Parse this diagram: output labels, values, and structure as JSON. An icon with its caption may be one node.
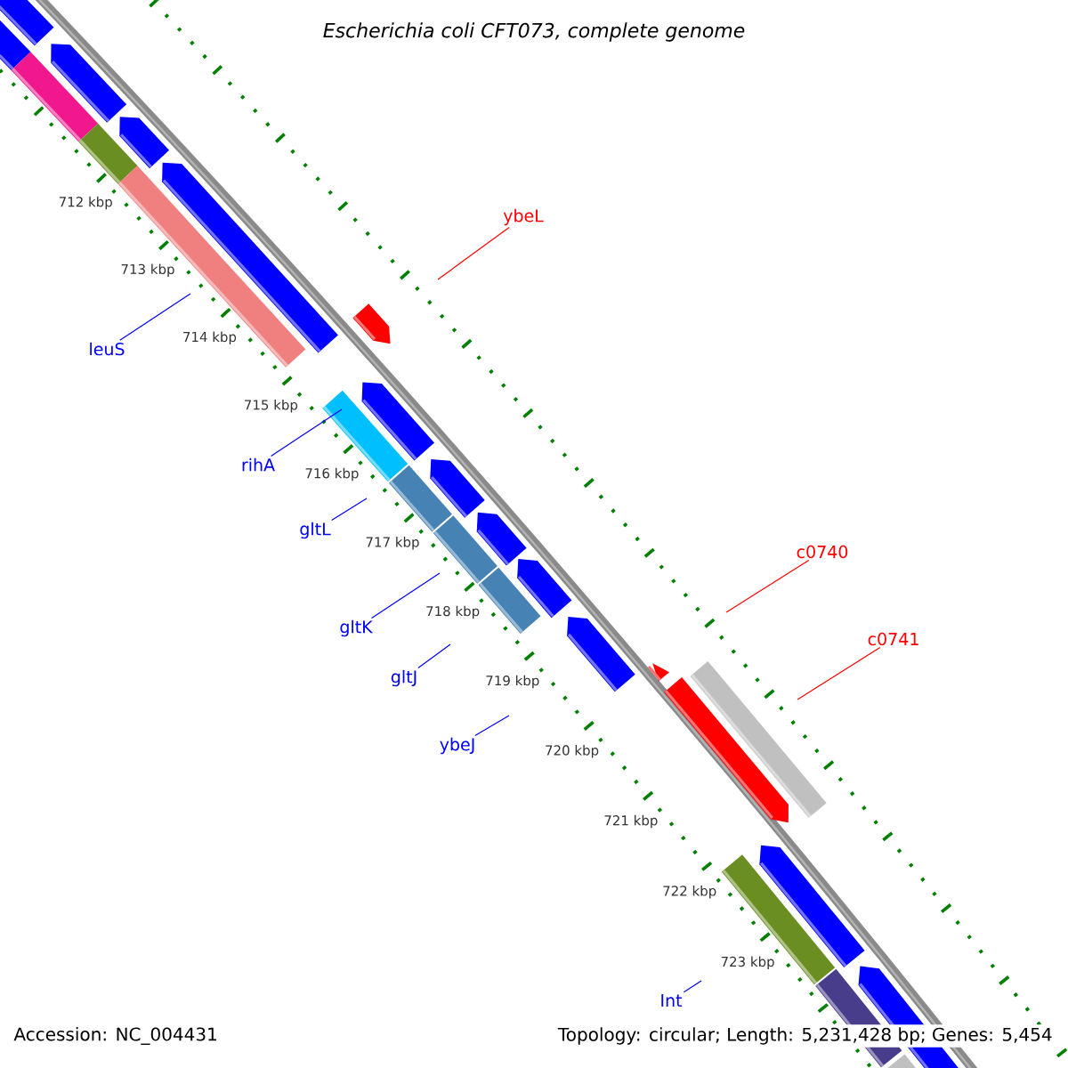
{
  "diagram": {
    "title": "Escherichia coli CFT073, complete genome",
    "nodes": [
      {
        "text": [
          "ybeL"
        ]
      },
      {
        "text": [
          "leuS"
        ]
      },
      {
        "text": [
          "rihA"
        ]
      },
      {
        "text": [
          "gltL"
        ]
      },
      {
        "text": [
          "gltK"
        ]
      },
      {
        "text": [
          "gltJ"
        ]
      },
      {
        "text": [
          "ybeJ"
        ]
      },
      {
        "text": [
          "c0740"
        ]
      },
      {
        "text": [
          "c0741"
        ]
      },
      {
        "text": [
          "Int"
        ]
      }
    ],
    "edges": [
      {
        "from": 0,
        "to": null,
        "arrow": "none",
        "color": "#ff0000"
      },
      {
        "from": 1,
        "to": null,
        "arrow": "none"
      },
      {
        "from": 2,
        "to": null,
        "arrow": "none"
      },
      {
        "from": 3,
        "to": null,
        "arrow": "none"
      },
      {
        "from": 4,
        "to": null,
        "arrow": "none"
      },
      {
        "from": 5,
        "to": null,
        "arrow": "none"
      },
      {
        "from": 6,
        "to": null,
        "arrow": "none"
      },
      {
        "from": 7,
        "to": null,
        "arrow": "none",
        "color": "#ff0000"
      },
      {
        "from": 8,
        "to": null,
        "arrow": "none",
        "color": "#ff0000"
      },
      {
        "from": 9,
        "to": null,
        "arrow": "none"
      }
    ],
    "labels": [
      "712 kbp",
      "713 kbp",
      "714 kbp",
      "715 kbp",
      "716 kbp",
      "717 kbp",
      "718 kbp",
      "719 kbp",
      "720 kbp",
      "721 kbp",
      "722 kbp",
      "723 kbp",
      "Accession: NC_004431",
      "Topology: circular; Length: 5,231,428 bp; Genes: 5,454"
    ]
  }
}
